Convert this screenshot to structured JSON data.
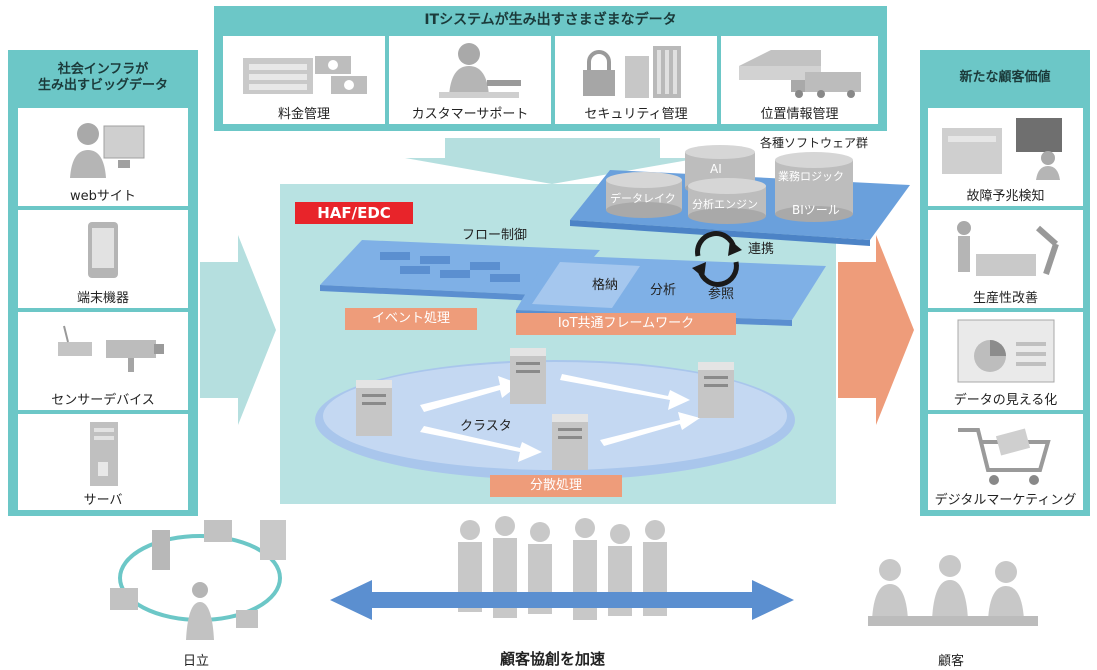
{
  "top_panel": {
    "title": "ITシステムが生み出すさまざまなデータ",
    "items": [
      "料金管理",
      "カスタマーサポート",
      "セキュリティ管理",
      "位置情報管理"
    ]
  },
  "left_panel": {
    "title_line1": "社会インフラが",
    "title_line2": "生み出すビッグデータ",
    "items": [
      "webサイト",
      "端末機器",
      "センサーデバイス",
      "サーバ"
    ]
  },
  "right_panel": {
    "title": "新たな顧客価値",
    "items": [
      "故障予兆検知",
      "生産性改善",
      "データの見える化",
      "デジタルマーケティング"
    ]
  },
  "center": {
    "badge": "HAF/EDC",
    "software_group": "各種ソフトウェア群",
    "cylinders": [
      "AI",
      "業務ロジック",
      "データレイク",
      "分析エンジン",
      "BIツール"
    ],
    "flow_control": "フロー制御",
    "event_processing": "イベント処理",
    "store": "格納",
    "analyze": "分析",
    "reference": "参照",
    "link": "連携",
    "iot_framework": "IoT共通フレームワーク",
    "cluster": "クラスタ",
    "distributed": "分散処理"
  },
  "bottom": {
    "hitachi": "日立",
    "accelerate": "顧客協創を加速",
    "customer": "顧客"
  },
  "colors": {
    "frame": "#6cc7c7",
    "center_bg": "#b8e2e2",
    "orange": "#ee9c7a",
    "badge_red": "#e8242a",
    "arrow_blue": "#5b8fd0"
  }
}
